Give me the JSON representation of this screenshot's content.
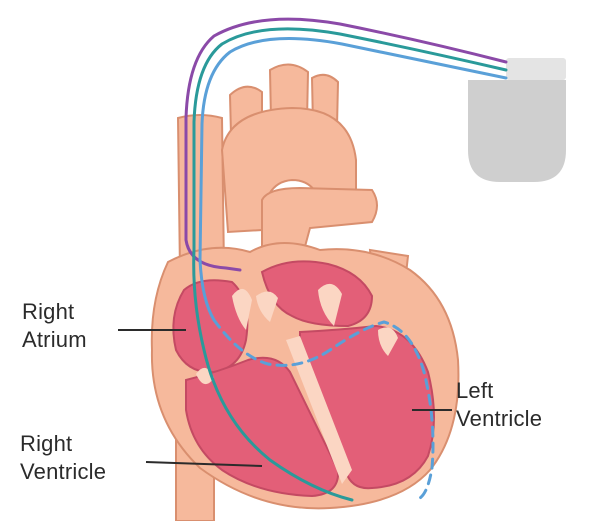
{
  "labels": {
    "right_atrium": [
      "Right",
      "Atrium"
    ],
    "right_ventricle": [
      "Right",
      "Ventricle"
    ],
    "left_ventricle": [
      "Left",
      "Ventricle"
    ]
  },
  "colors": {
    "heart_outer": "#f6b99c",
    "heart_outline": "#d98f6f",
    "heart_light": "#fbd6c3",
    "chamber": "#e35f78",
    "chamber_outline": "#c44a63",
    "lead_purple": "#8b4aa8",
    "lead_teal": "#2a9a9a",
    "lead_blue": "#5aa0d8",
    "pacemaker_body": "#cfcfcf",
    "pacemaker_header": "#e4e4e4",
    "pointer": "#2b2b2b"
  }
}
